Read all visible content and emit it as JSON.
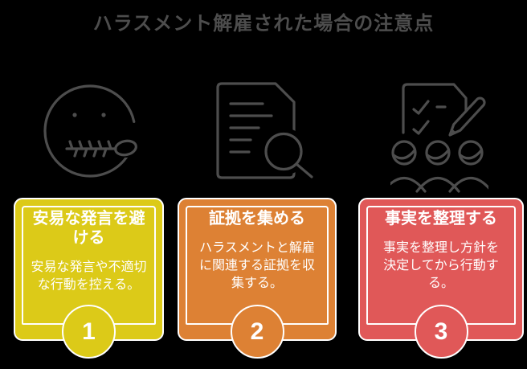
{
  "title": "ハラスメント解雇された場合の注意点",
  "colors": {
    "background": "#000000",
    "title_text": "#4d4d4d",
    "icon_stroke": "#4d4d4d",
    "card_text": "#ffffff",
    "card_border": "#ffffff",
    "step1_yellow": "#dcca18",
    "step2_orange": "#dd8134",
    "step3_red": "#e05858"
  },
  "cards": [
    {
      "number": "1",
      "icon": "zipper-mouth-face",
      "title": "安易な発言を避\nける",
      "body": "安易な発言や不適切\nな行動を控える。",
      "color": "#dcca18"
    },
    {
      "number": "2",
      "icon": "document-magnifier",
      "title": "証拠を集める",
      "body": "ハラスメントと解雇\nに関連する証拠を収\n集する。",
      "color": "#dd8134"
    },
    {
      "number": "3",
      "icon": "checklist-people",
      "title": "事実を整理する",
      "body": "事実を整理し方針を\n決定してから行動す\nる。",
      "color": "#e05858"
    }
  ]
}
